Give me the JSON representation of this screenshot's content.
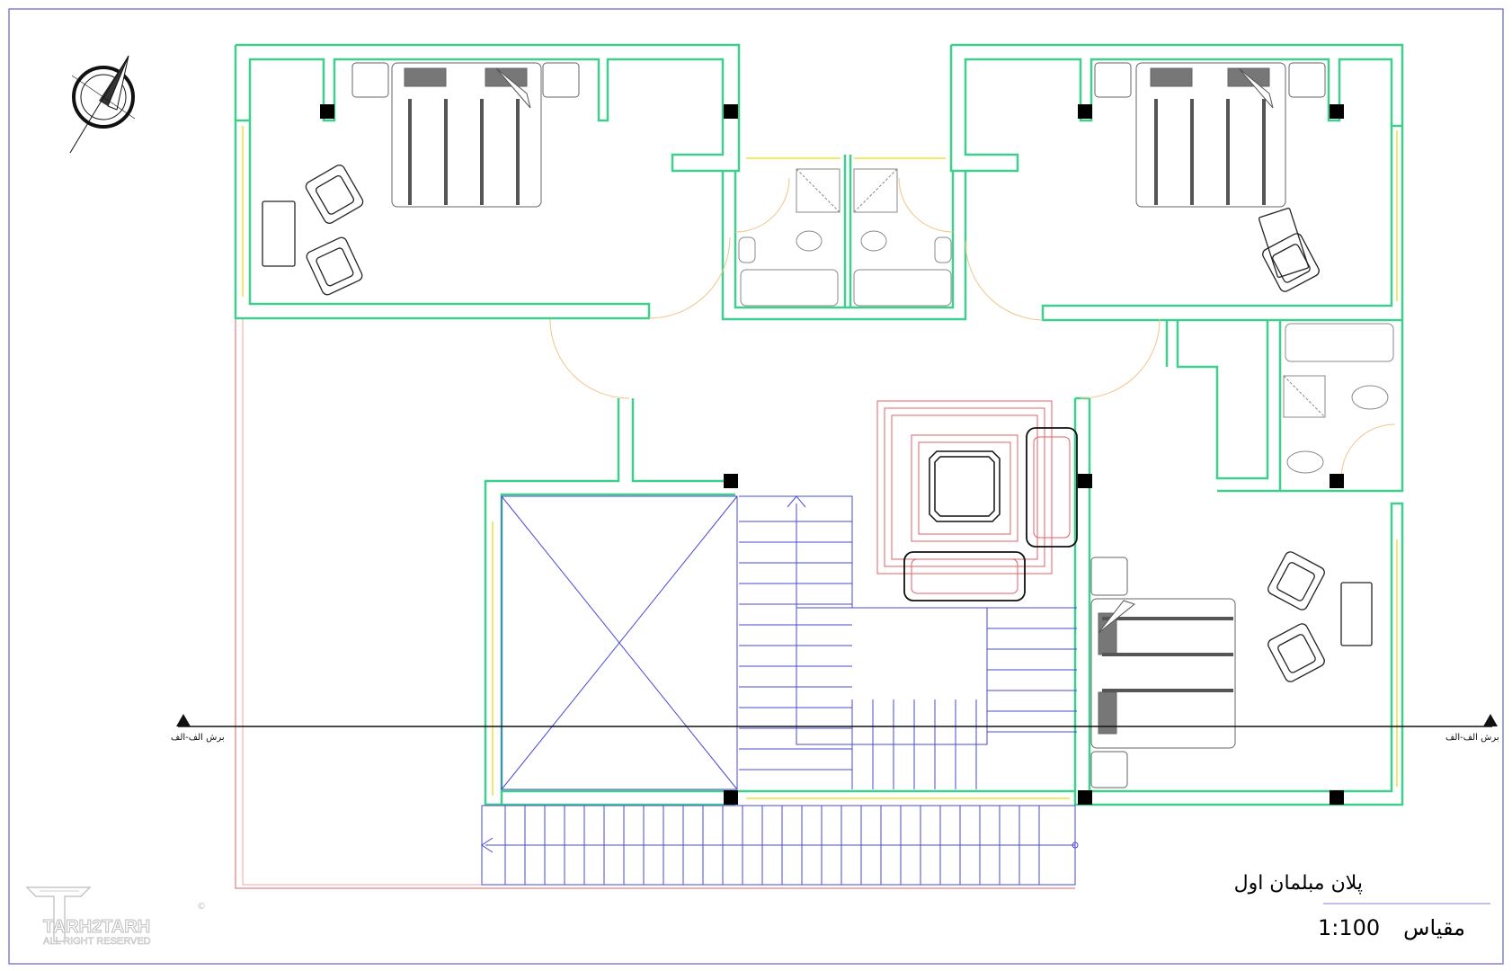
{
  "drawing": {
    "title": "پلان مبلمان اول",
    "scale_word": "مقیاس",
    "scale_value": "1:100",
    "section_label_left": "برش الف-الف",
    "section_label_right": "برش الف-الف"
  },
  "logo": {
    "name": "TARH2TARH",
    "tagline": "ALL RIGHT RESERVED",
    "copyright": "©"
  },
  "colors": {
    "wall": "#3ecf8e",
    "window": "#f2e96b",
    "stair": "#4a4ad6",
    "accent_red": "#e0606a",
    "door": "#f2c48a",
    "ink": "#111111",
    "frame": "#8080d0"
  }
}
